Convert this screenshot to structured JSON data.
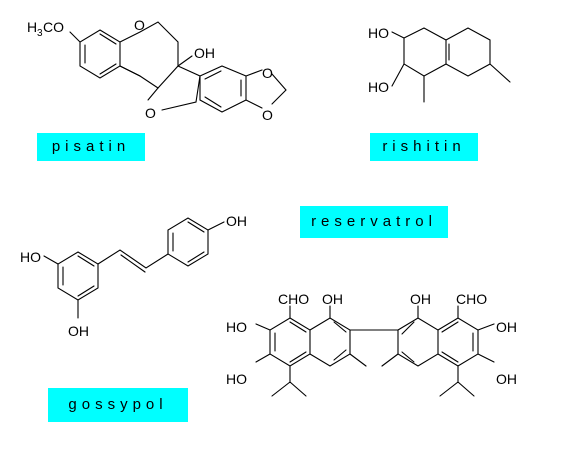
{
  "colors": {
    "label_background": "#00ffff",
    "ink": "#000000",
    "background": "#ffffff"
  },
  "compounds": {
    "pisatin": {
      "label": "pisatin",
      "atoms": {
        "methoxy_h": "H",
        "methoxy_sub": "3",
        "methoxy_co": "CO",
        "ring_oxygen": "O",
        "hydroxyl": "OH",
        "furan_oxygen": "O",
        "dioxole_o1": "O",
        "dioxole_o2": "O"
      }
    },
    "rishitin": {
      "label": "rishitin",
      "atoms": {
        "hydroxyl_1": "HO",
        "hydroxyl_2": "HO"
      }
    },
    "reservatrol": {
      "label": "reservatrol"
    },
    "resveratrol_structure": {
      "atoms": {
        "hydroxyl_left": "HO",
        "hydroxyl_bottom": "OH",
        "hydroxyl_right": "OH"
      }
    },
    "gossypol": {
      "label": "gossypol",
      "atoms": {
        "cho_left": "CHO",
        "oh_peri_left": "OH",
        "ho_left_1": "HO",
        "ho_left_2": "HO",
        "oh_peri_right": "OH",
        "cho_right": "CHO",
        "oh_right_1": "OH",
        "oh_right_2": "OH"
      }
    }
  }
}
